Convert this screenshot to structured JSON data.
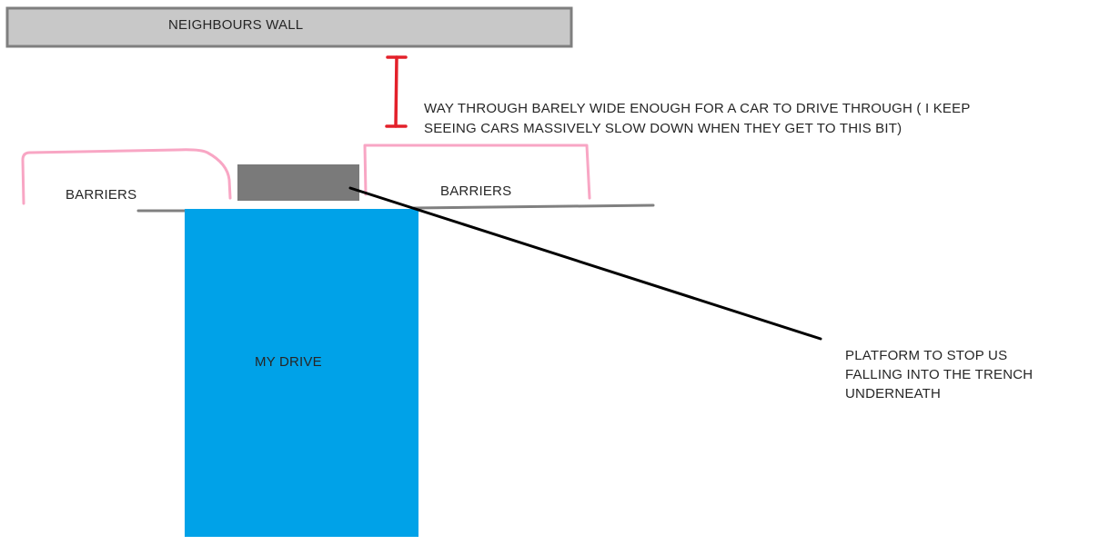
{
  "neighbours_wall": {
    "label": "NEIGHBOURS WALL",
    "fill_color": "#c8c8c8",
    "border_color": "#7f7f7f"
  },
  "gap_annotation": {
    "line1": "WAY THROUGH BARELY WIDE ENOUGH FOR A CAR TO DRIVE THROUGH ( I KEEP",
    "line2": "SEEING CARS MASSIVELY SLOW DOWN WHEN THEY GET TO THIS BIT)",
    "marker_color": "#e3202a"
  },
  "barriers": {
    "left_label": "BARRIERS",
    "right_label": "BARRIERS",
    "color": "#f8a6c4"
  },
  "platform": {
    "line1": "PLATFORM TO STOP US",
    "line2": "FALLING INTO THE TRENCH",
    "line3": "UNDERNEATH",
    "fill_color": "#7a7a7a",
    "pointer_color": "#000000"
  },
  "my_drive": {
    "label": "MY DRIVE",
    "fill_color": "#00a2e8"
  },
  "road_edge": {
    "color": "#808080"
  }
}
